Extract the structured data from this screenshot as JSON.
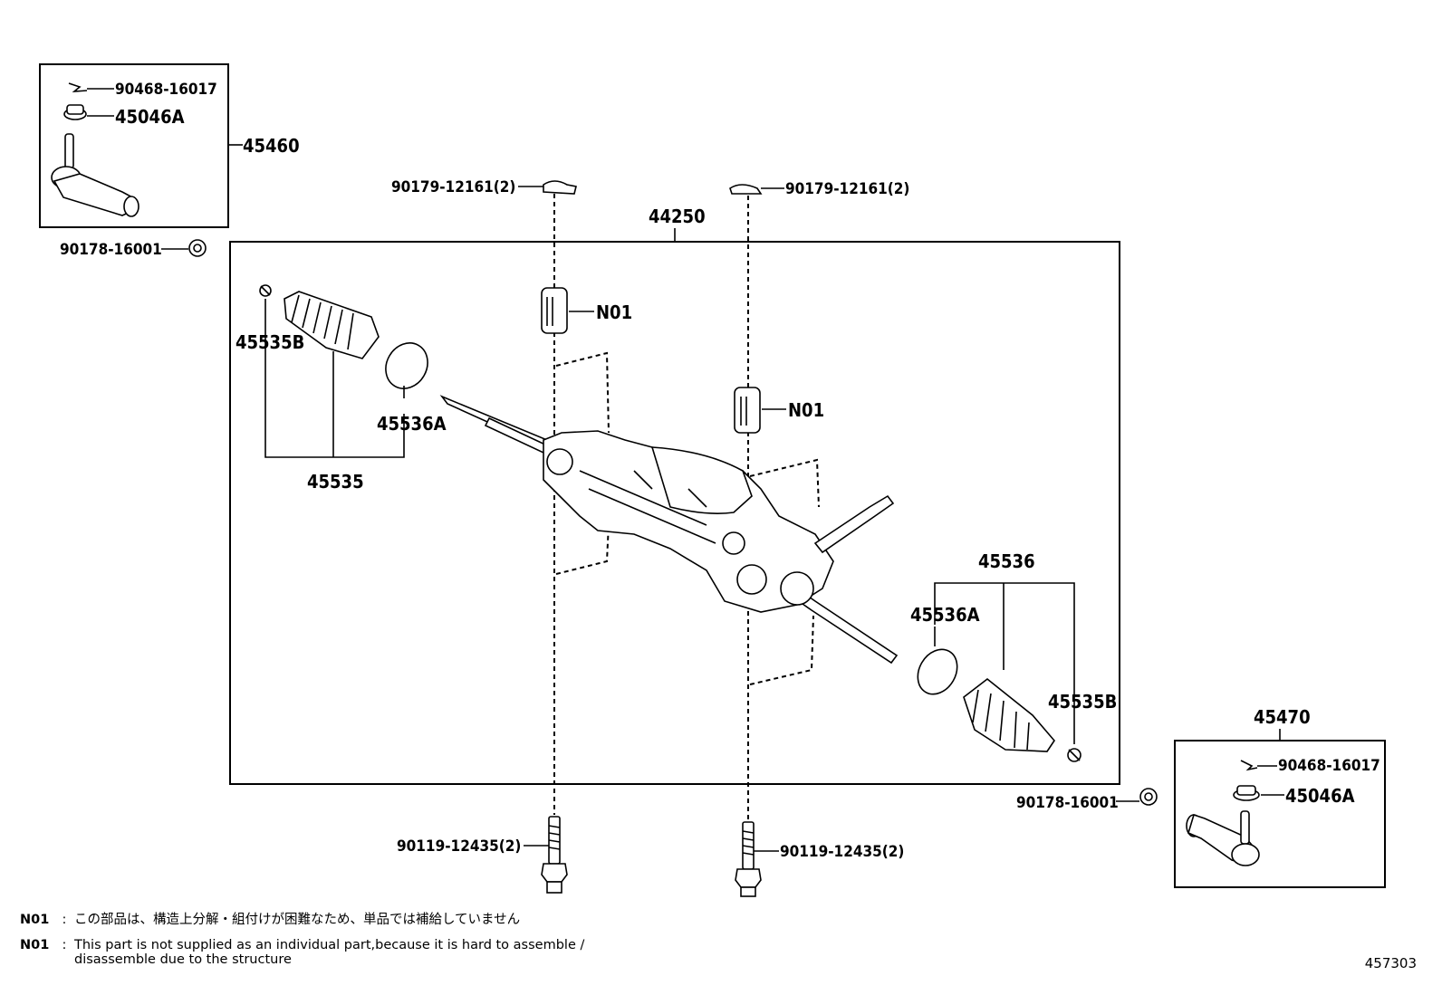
{
  "diagram": {
    "labels": {
      "tie_rod_end_left_assy": "45460",
      "cotter_pin_left": "90468-16017",
      "castle_nut_left": "45046A",
      "nut_left": "90178-16001",
      "bracket_top_left": "90179-12161(2)",
      "bracket_top_right": "90179-12161(2)",
      "gear_assy": "44250",
      "clip_left": "45535B",
      "boot_clamp_left": "45536A",
      "boot_left_assy": "45535",
      "grommet_1": "N01",
      "grommet_2": "N01",
      "boot_right_assy": "45536",
      "boot_clamp_right": "45536A",
      "clip_right": "45535B",
      "tie_rod_end_right_assy": "45470",
      "cotter_pin_right": "90468-16017",
      "castle_nut_right": "45046A",
      "nut_right": "90178-16001",
      "bolt_left": "90119-12435(2)",
      "bolt_right": "90119-12435(2)"
    }
  },
  "notes": [
    {
      "code": "N01",
      "separator": ":",
      "lines": [
        "この部品は、構造上分解・組付けが困難なため、単品では補給していません"
      ]
    },
    {
      "code": "N01",
      "separator": ":",
      "lines": [
        "This part is not supplied as an individual part,because it is hard to assemble /",
        "disassemble due to the structure"
      ]
    }
  ],
  "figure_number": "457303"
}
